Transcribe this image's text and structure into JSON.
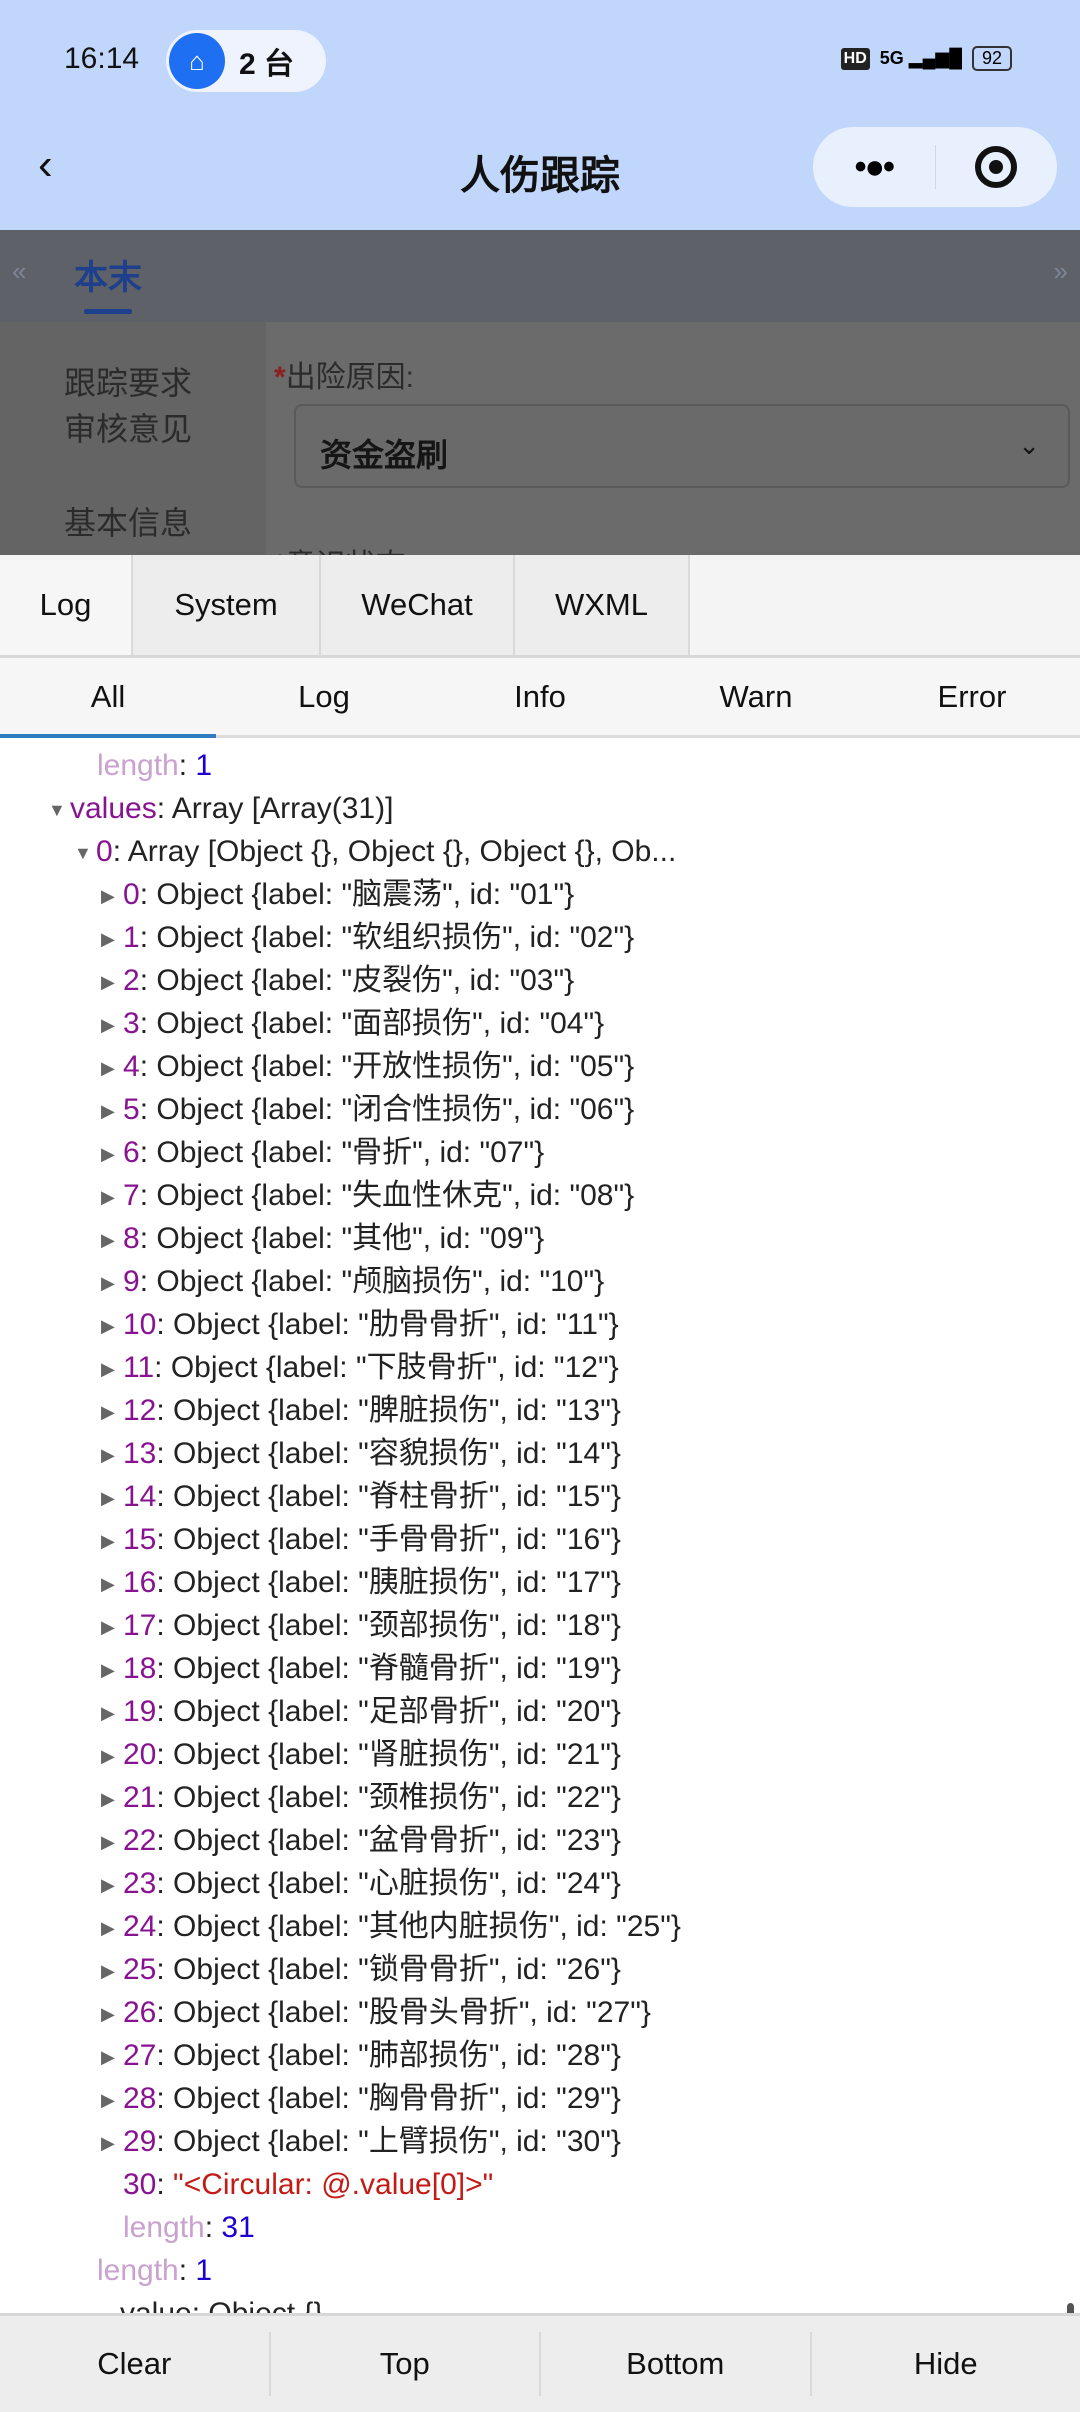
{
  "status_bar": {
    "time": "16:14",
    "hotspot_count": "2 台",
    "hd": "HD",
    "network": "5G",
    "battery": "92"
  },
  "nav": {
    "back": "‹",
    "title": "人伤跟踪",
    "more": "•●•"
  },
  "page": {
    "tab_prev": "«",
    "tab_next": "»",
    "active_tab": "本末",
    "side_items": [
      "跟踪要求",
      "审核意见",
      "基本信息"
    ],
    "required_mark": "*",
    "field_label": "出险原因:",
    "field_value": "资金盗刷",
    "next_label": "*意识状态"
  },
  "console": {
    "tabs": [
      "Log",
      "System",
      "WeChat",
      "WXML"
    ],
    "filters": [
      "All",
      "Log",
      "Info",
      "Warn",
      "Error"
    ],
    "lines": {
      "length_key": "length",
      "length_val_1": "1",
      "values_key": "values",
      "values_val": "Array [Array(31)]",
      "arr0_key": "0",
      "arr0_val": "Array [Object {}, Object {}, Object {}, Ob...",
      "circ_key": "30",
      "circ_val": "\"<Circular: @.value[0]>\"",
      "length_val_31": "31",
      "next_partial": "value: Object {}"
    },
    "items": [
      {
        "i": "0",
        "label": "脑震荡",
        "id": "01"
      },
      {
        "i": "1",
        "label": "软组织损伤",
        "id": "02"
      },
      {
        "i": "2",
        "label": "皮裂伤",
        "id": "03"
      },
      {
        "i": "3",
        "label": "面部损伤",
        "id": "04"
      },
      {
        "i": "4",
        "label": "开放性损伤",
        "id": "05"
      },
      {
        "i": "5",
        "label": "闭合性损伤",
        "id": "06"
      },
      {
        "i": "6",
        "label": "骨折",
        "id": "07"
      },
      {
        "i": "7",
        "label": "失血性休克",
        "id": "08"
      },
      {
        "i": "8",
        "label": "其他",
        "id": "09"
      },
      {
        "i": "9",
        "label": "颅脑损伤",
        "id": "10"
      },
      {
        "i": "10",
        "label": "肋骨骨折",
        "id": "11"
      },
      {
        "i": "11",
        "label": "下肢骨折",
        "id": "12"
      },
      {
        "i": "12",
        "label": "脾脏损伤",
        "id": "13"
      },
      {
        "i": "13",
        "label": "容貌损伤",
        "id": "14"
      },
      {
        "i": "14",
        "label": "脊柱骨折",
        "id": "15"
      },
      {
        "i": "15",
        "label": "手骨骨折",
        "id": "16"
      },
      {
        "i": "16",
        "label": "胰脏损伤",
        "id": "17"
      },
      {
        "i": "17",
        "label": "颈部损伤",
        "id": "18"
      },
      {
        "i": "18",
        "label": "脊髓骨折",
        "id": "19"
      },
      {
        "i": "19",
        "label": "足部骨折",
        "id": "20"
      },
      {
        "i": "20",
        "label": "肾脏损伤",
        "id": "21"
      },
      {
        "i": "21",
        "label": "颈椎损伤",
        "id": "22"
      },
      {
        "i": "22",
        "label": "盆骨骨折",
        "id": "23"
      },
      {
        "i": "23",
        "label": "心脏损伤",
        "id": "24"
      },
      {
        "i": "24",
        "label": "其他内脏损伤",
        "id": "25"
      },
      {
        "i": "25",
        "label": "锁骨骨折",
        "id": "26"
      },
      {
        "i": "26",
        "label": "股骨头骨折",
        "id": "27"
      },
      {
        "i": "27",
        "label": "肺部损伤",
        "id": "28"
      },
      {
        "i": "28",
        "label": "胸骨骨折",
        "id": "29"
      },
      {
        "i": "29",
        "label": "上臂损伤",
        "id": "30"
      }
    ],
    "bottom_buttons": [
      "Clear",
      "Top",
      "Bottom",
      "Hide"
    ]
  }
}
